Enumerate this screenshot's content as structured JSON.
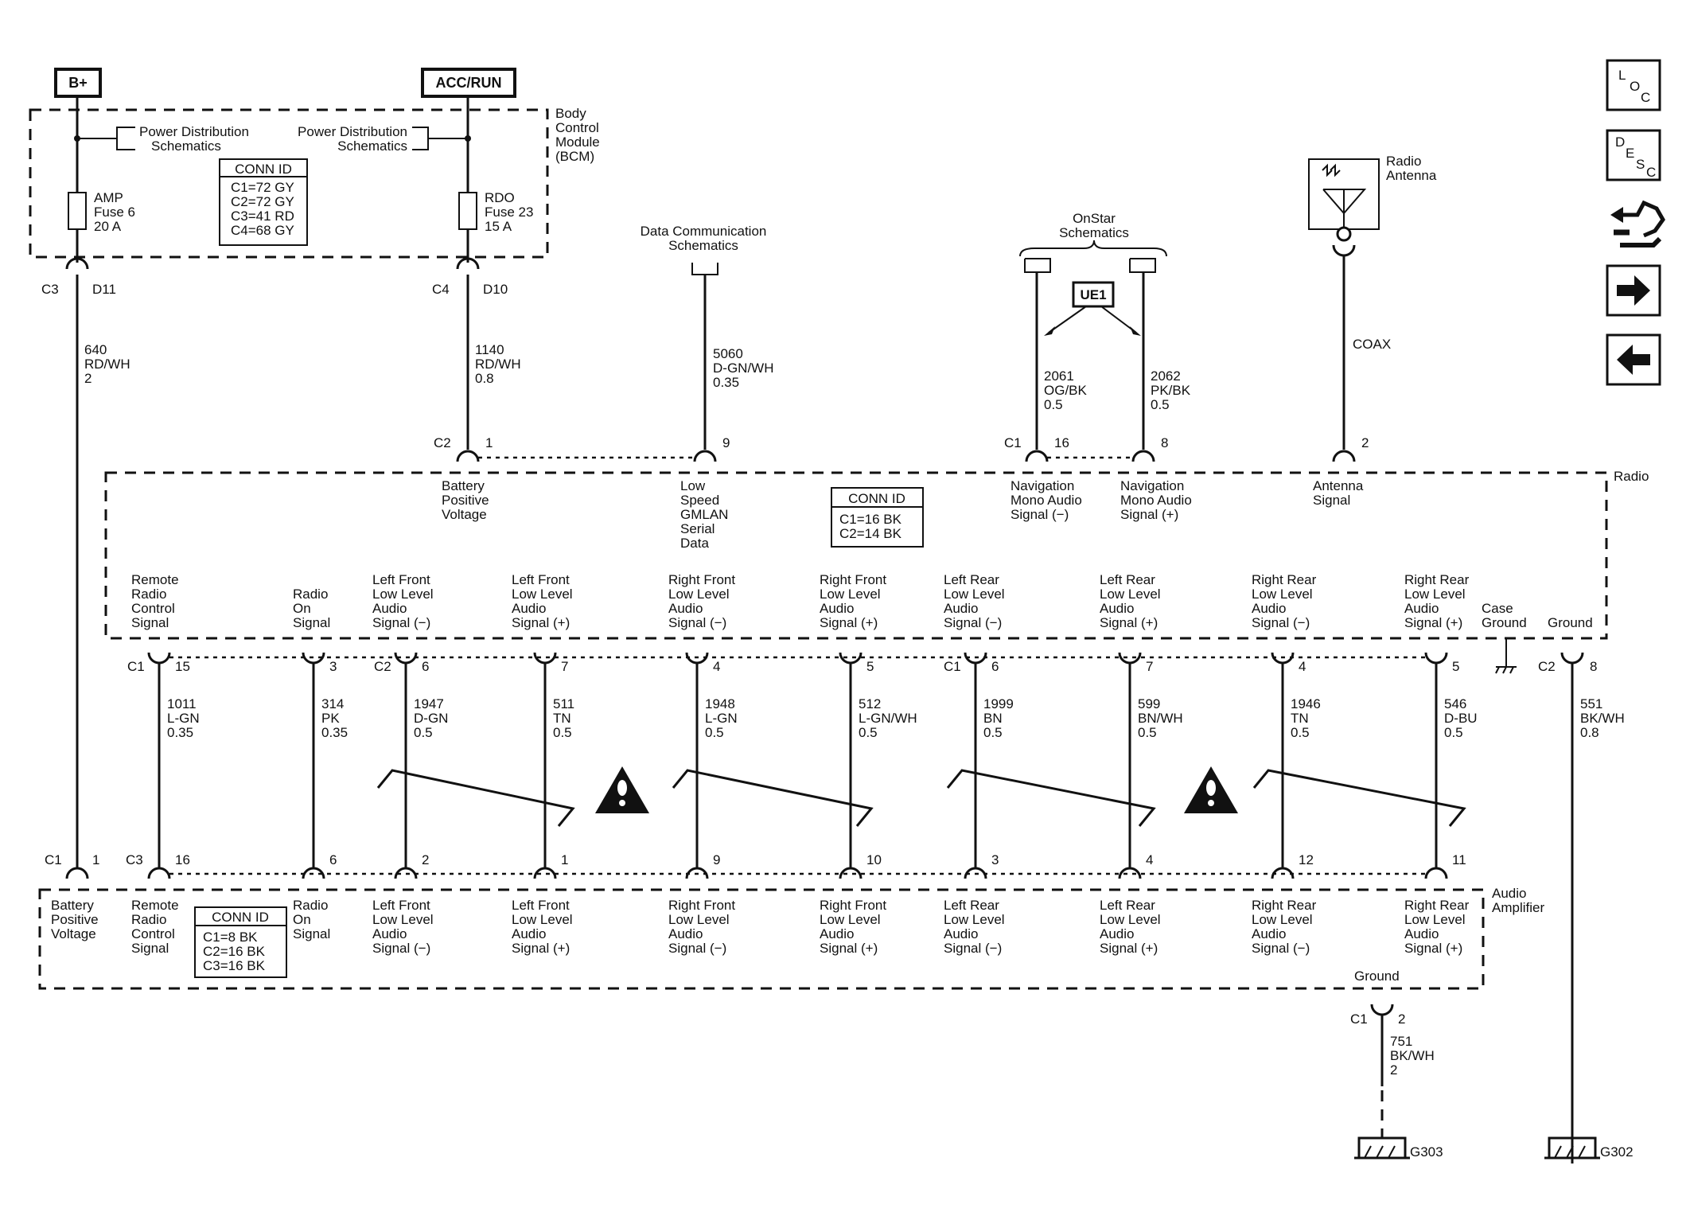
{
  "sources": {
    "bplus": "B+",
    "accrun": "ACC/RUN"
  },
  "bcm": {
    "name": [
      "Body",
      "Control",
      "Module",
      "(BCM)"
    ],
    "pds_left": [
      "Power Distribution",
      "Schematics"
    ],
    "pds_right": [
      "Power Distribution",
      "Schematics"
    ],
    "conn_title": "CONN ID",
    "conn": [
      "C1=72 GY",
      "C2=72 GY",
      "C3=41 RD",
      "C4=68 GY"
    ],
    "fuse_left": [
      "AMP",
      "Fuse 6",
      "20 A"
    ],
    "fuse_right": [
      "RDO",
      "Fuse 23",
      "15 A"
    ],
    "pin_left": {
      "conn": "C3",
      "pin": "D11"
    },
    "pin_right": {
      "conn": "C4",
      "pin": "D10"
    }
  },
  "wire_640": [
    "640",
    "RD/WH",
    "2"
  ],
  "wire_1140": [
    "1140",
    "RD/WH",
    "0.8"
  ],
  "wire_5060": [
    "5060",
    "D-GN/WH",
    "0.35"
  ],
  "wire_2061": [
    "2061",
    "OG/BK",
    "0.5"
  ],
  "wire_2062": [
    "2062",
    "PK/BK",
    "0.5"
  ],
  "coax": "COAX",
  "data_comm": [
    "Data Communication",
    "Schematics"
  ],
  "onstar": [
    "OnStar",
    "Schematics"
  ],
  "ue1": "UE1",
  "antenna": [
    "Radio",
    "Antenna"
  ],
  "radio": {
    "name": "Radio",
    "top_pins": [
      {
        "conn": "C2",
        "pin": "1",
        "label": [
          "Battery",
          "Positive",
          "Voltage"
        ]
      },
      {
        "conn": "",
        "pin": "9",
        "label": [
          "Low",
          "Speed",
          "GMLAN",
          "Serial",
          "Data"
        ]
      },
      {
        "conn": "C1",
        "pin": "16",
        "label": [
          "Navigation",
          "Mono Audio",
          "Signal (−)"
        ]
      },
      {
        "conn": "",
        "pin": "8",
        "label": [
          "Navigation",
          "Mono Audio",
          "Signal (+)"
        ]
      },
      {
        "conn": "",
        "pin": "2",
        "label": [
          "Antenna",
          "Signal"
        ]
      }
    ],
    "conn_title": "CONN ID",
    "conn": [
      "C1=16 BK",
      "C2=14 BK"
    ],
    "bottom_labels": [
      [
        "Remote",
        "Radio",
        "Control",
        "Signal"
      ],
      [
        "Radio",
        "On",
        "Signal"
      ],
      [
        "Left Front",
        "Low Level",
        "Audio",
        "Signal (−)"
      ],
      [
        "Left Front",
        "Low Level",
        "Audio",
        "Signal (+)"
      ],
      [
        "Right Front",
        "Low Level",
        "Audio",
        "Signal (−)"
      ],
      [
        "Right Front",
        "Low Level",
        "Audio",
        "Signal (+)"
      ],
      [
        "Left Rear",
        "Low Level",
        "Audio",
        "Signal (−)"
      ],
      [
        "Left Rear",
        "Low Level",
        "Audio",
        "Signal (+)"
      ],
      [
        "Right Rear",
        "Low Level",
        "Audio",
        "Signal (−)"
      ],
      [
        "Right Rear",
        "Low Level",
        "Audio",
        "Signal (+)"
      ]
    ],
    "bottom_pins": [
      {
        "conn": "C1",
        "pin": "15"
      },
      {
        "conn": "",
        "pin": "3"
      },
      {
        "conn": "C2",
        "pin": "6"
      },
      {
        "conn": "",
        "pin": "7"
      },
      {
        "conn": "",
        "pin": "4"
      },
      {
        "conn": "",
        "pin": "5"
      },
      {
        "conn": "C1",
        "pin": "6"
      },
      {
        "conn": "",
        "pin": "7"
      },
      {
        "conn": "",
        "pin": "4"
      },
      {
        "conn": "",
        "pin": "5"
      }
    ],
    "case_ground": [
      "Case",
      "Ground"
    ],
    "ground": "Ground",
    "ground_pin": {
      "conn": "C2",
      "pin": "8"
    }
  },
  "wires": [
    [
      "1011",
      "L-GN",
      "0.35"
    ],
    [
      "314",
      "PK",
      "0.35"
    ],
    [
      "1947",
      "D-GN",
      "0.5"
    ],
    [
      "511",
      "TN",
      "0.5"
    ],
    [
      "1948",
      "L-GN",
      "0.5"
    ],
    [
      "512",
      "L-GN/WH",
      "0.5"
    ],
    [
      "1999",
      "BN",
      "0.5"
    ],
    [
      "599",
      "BN/WH",
      "0.5"
    ],
    [
      "1946",
      "TN",
      "0.5"
    ],
    [
      "546",
      "D-BU",
      "0.5"
    ]
  ],
  "wire_551": [
    "551",
    "BK/WH",
    "0.8"
  ],
  "amp": {
    "name": [
      "Audio",
      "Amplifier"
    ],
    "battery": [
      "Battery",
      "Positive",
      "Voltage"
    ],
    "battery_pin": {
      "conn": "C1",
      "pin": "1"
    },
    "pins": [
      {
        "conn": "C3",
        "pin": "16"
      },
      {
        "conn": "",
        "pin": "6"
      },
      {
        "conn": "",
        "pin": "2"
      },
      {
        "conn": "",
        "pin": "1"
      },
      {
        "conn": "",
        "pin": "9"
      },
      {
        "conn": "",
        "pin": "10"
      },
      {
        "conn": "",
        "pin": "3"
      },
      {
        "conn": "",
        "pin": "4"
      },
      {
        "conn": "",
        "pin": "12"
      },
      {
        "conn": "",
        "pin": "11"
      }
    ],
    "conn_title": "CONN ID",
    "conn": [
      "C1=8 BK",
      "C2=16 BK",
      "C3=16 BK"
    ],
    "ground": "Ground",
    "ground_pin": {
      "conn": "C1",
      "pin": "2"
    }
  },
  "wire_751": [
    "751",
    "BK/WH",
    "2"
  ],
  "g303": "G303",
  "g302": "G302",
  "nav": {
    "loc": [
      "L",
      "O",
      "C"
    ],
    "desc": [
      "D",
      "E",
      "S",
      "C"
    ]
  }
}
